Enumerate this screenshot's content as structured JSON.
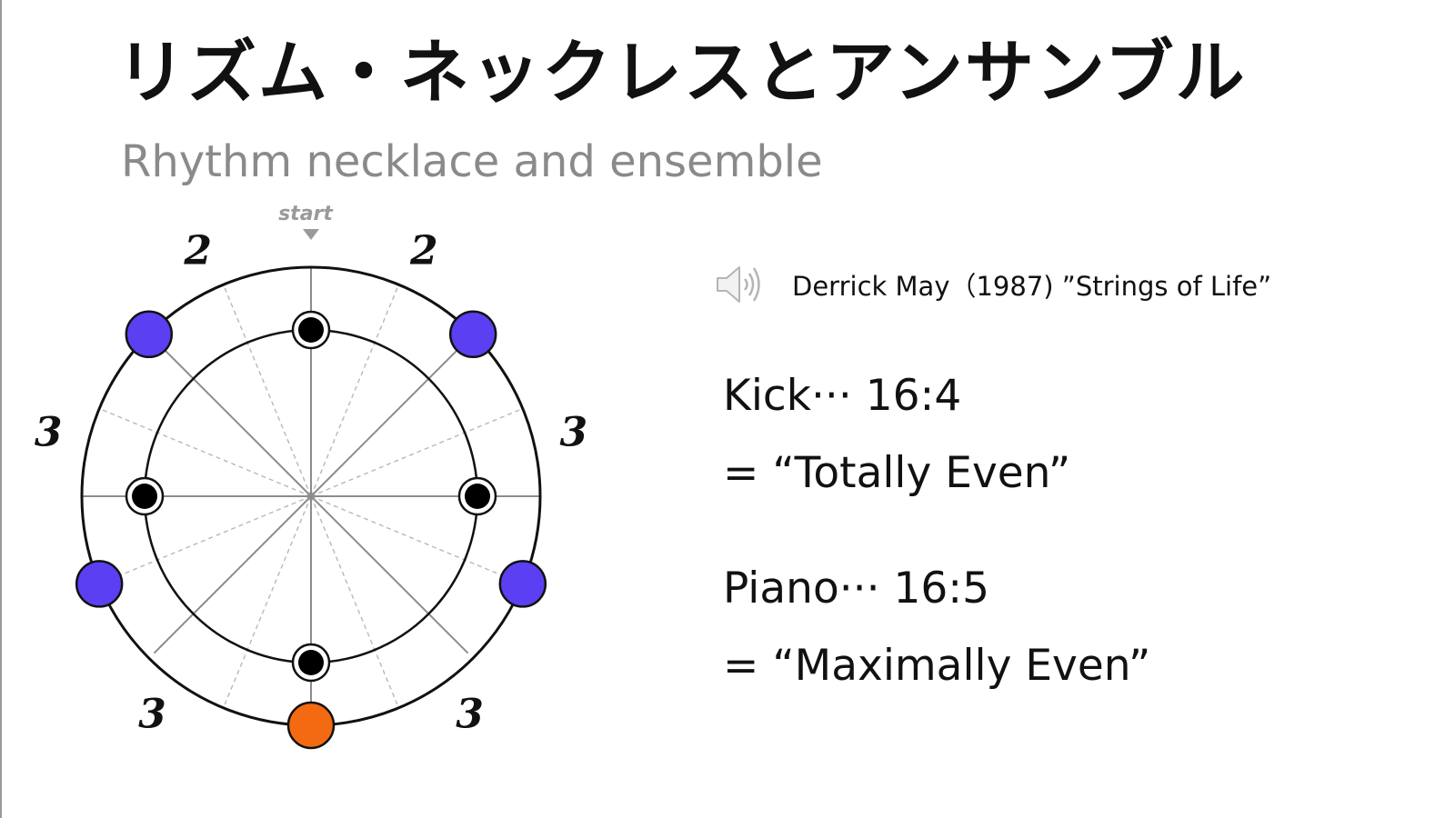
{
  "slide": {
    "title": "リズム・ネックレスとアンサンブル",
    "subtitle": "Rhythm necklace and ensemble"
  },
  "necklace": {
    "start_label": "start",
    "steps": 16,
    "kick_steps": [
      0,
      4,
      8,
      12
    ],
    "piano_steps": [
      2,
      5,
      8,
      11,
      14
    ],
    "interval_labels": [
      "2",
      "2",
      "3",
      "3",
      "3",
      "3"
    ],
    "colors": {
      "kick": "#000000",
      "piano": "#5b3ff2",
      "shared": "#f36a12",
      "ring": "#111111"
    }
  },
  "audio": {
    "icon": "speaker-icon",
    "caption": "Derrick May（1987) ”Strings of Life”"
  },
  "rhythms": {
    "kick_label": "Kick··· 16:4",
    "kick_desc": "= “Totally Even”",
    "piano_label": "Piano··· 16:5",
    "piano_desc": "= “Maximally Even”"
  }
}
